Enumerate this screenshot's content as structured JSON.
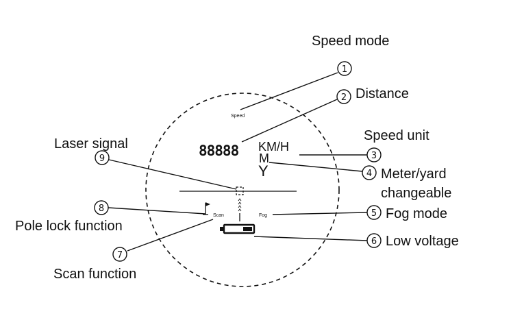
{
  "display": {
    "speed_text": "Speed",
    "digits": "88888",
    "speed_unit": "KM/H",
    "meter_unit": "M",
    "yard_unit": "Y",
    "scan_text": "Scan",
    "fog_text": "Fog"
  },
  "callouts": [
    {
      "number": "1",
      "label": "Speed mode"
    },
    {
      "number": "2",
      "label": "Distance"
    },
    {
      "number": "3",
      "label": "Speed unit"
    },
    {
      "number": "4",
      "label_lines": [
        "Meter/yard",
        "changeable"
      ]
    },
    {
      "number": "5",
      "label": "Fog mode"
    },
    {
      "number": "6",
      "label": "Low voltage"
    },
    {
      "number": "7",
      "label": "Scan function"
    },
    {
      "number": "8",
      "label": "Pole lock function"
    },
    {
      "number": "9",
      "label": "Laser signal"
    }
  ]
}
